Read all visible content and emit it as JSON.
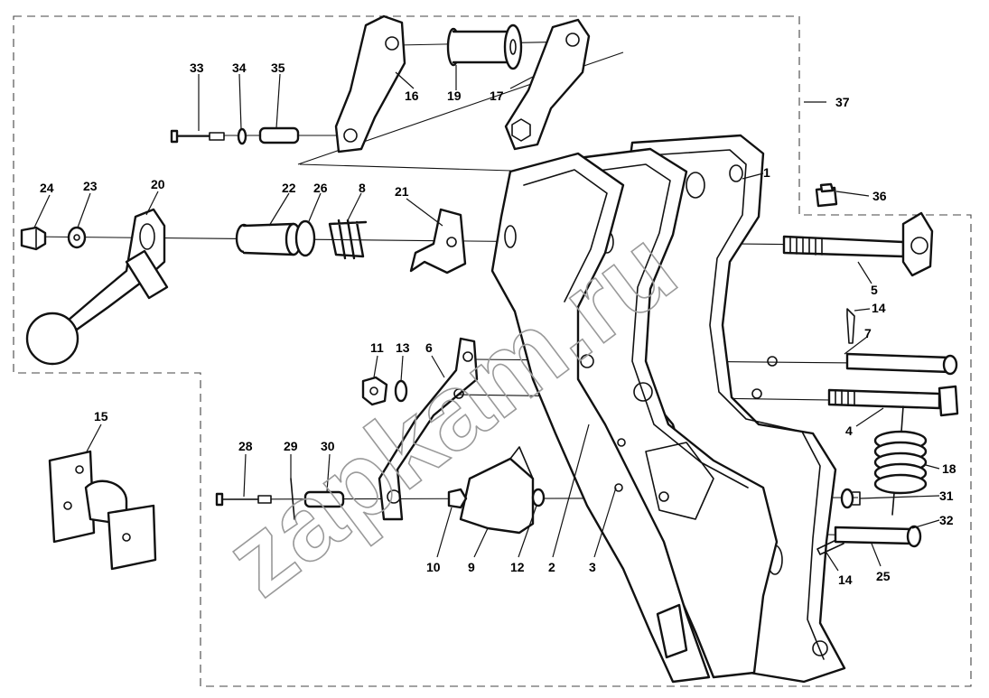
{
  "watermark": "zapkam.ru",
  "callouts": {
    "c1": "1",
    "c2": "2",
    "c3": "3",
    "c4": "4",
    "c5": "5",
    "c6": "6",
    "c7": "7",
    "c8": "8",
    "c9": "9",
    "c10": "10",
    "c11": "11",
    "c12": "12",
    "c13": "13",
    "c14a": "14",
    "c14b": "14",
    "c15": "15",
    "c16": "16",
    "c17": "17",
    "c18": "18",
    "c19": "19",
    "c20": "20",
    "c21": "21",
    "c22": "22",
    "c23": "23",
    "c24": "24",
    "c25": "25",
    "c26": "26",
    "c28": "28",
    "c29": "29",
    "c30": "30",
    "c31": "31",
    "c32": "32",
    "c33": "33",
    "c34": "34",
    "c35": "35",
    "c36": "36",
    "c37": "37"
  },
  "colors": {
    "line": "#111111",
    "watermark": "#9a9a9a",
    "background": "#ffffff"
  }
}
